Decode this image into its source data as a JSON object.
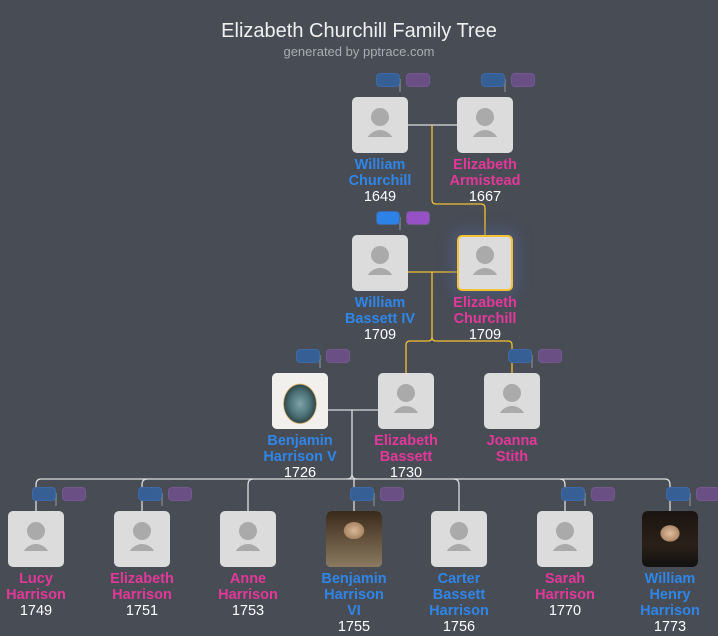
{
  "header": {
    "title": "Elizabeth Churchill Family Tree",
    "subtitle": "generated by pptrace.com"
  },
  "colors": {
    "background": "#474c55",
    "male": "#2f86e8",
    "female": "#e3389a",
    "highlight_line": "#f4c035",
    "line": "#c8c8c8"
  },
  "people": [
    {
      "name": [
        "William",
        "Churchill"
      ],
      "year": "1649",
      "gender": "m",
      "icon": "person-placeholder-icon"
    },
    {
      "name": [
        "Elizabeth",
        "Armistead"
      ],
      "year": "1667",
      "gender": "f",
      "icon": "person-placeholder-icon"
    },
    {
      "name": [
        "William",
        "Bassett IV"
      ],
      "year": "1709",
      "gender": "m",
      "icon": "person-placeholder-icon"
    },
    {
      "name": [
        "Elizabeth",
        "Churchill"
      ],
      "year": "1709",
      "gender": "f",
      "icon": "person-placeholder-icon",
      "selected": true
    },
    {
      "name": [
        "Benjamin",
        "Harrison V"
      ],
      "year": "1726",
      "gender": "m",
      "icon": "portrait-photo"
    },
    {
      "name": [
        "Elizabeth",
        "Bassett"
      ],
      "year": "1730",
      "gender": "f",
      "icon": "person-placeholder-icon"
    },
    {
      "name": [
        "Joanna",
        "Stith"
      ],
      "year": "",
      "gender": "f",
      "icon": "person-placeholder-icon"
    },
    {
      "name": [
        "Lucy",
        "Harrison"
      ],
      "year": "1749",
      "gender": "f",
      "icon": "person-placeholder-icon"
    },
    {
      "name": [
        "Elizabeth",
        "Harrison"
      ],
      "year": "1751",
      "gender": "f",
      "icon": "person-placeholder-icon"
    },
    {
      "name": [
        "Anne",
        "Harrison"
      ],
      "year": "1753",
      "gender": "f",
      "icon": "person-placeholder-icon"
    },
    {
      "name": [
        "Benjamin",
        "Harrison",
        "VI"
      ],
      "year": "1755",
      "gender": "m",
      "icon": "portrait-photo"
    },
    {
      "name": [
        "Carter",
        "Bassett",
        "Harrison"
      ],
      "year": "1756",
      "gender": "m",
      "icon": "person-placeholder-icon"
    },
    {
      "name": [
        "Sarah",
        "Harrison"
      ],
      "year": "1770",
      "gender": "f",
      "icon": "person-placeholder-icon"
    },
    {
      "name": [
        "William",
        "Henry",
        "Harrison"
      ],
      "year": "1773",
      "gender": "m",
      "icon": "portrait-photo"
    }
  ]
}
